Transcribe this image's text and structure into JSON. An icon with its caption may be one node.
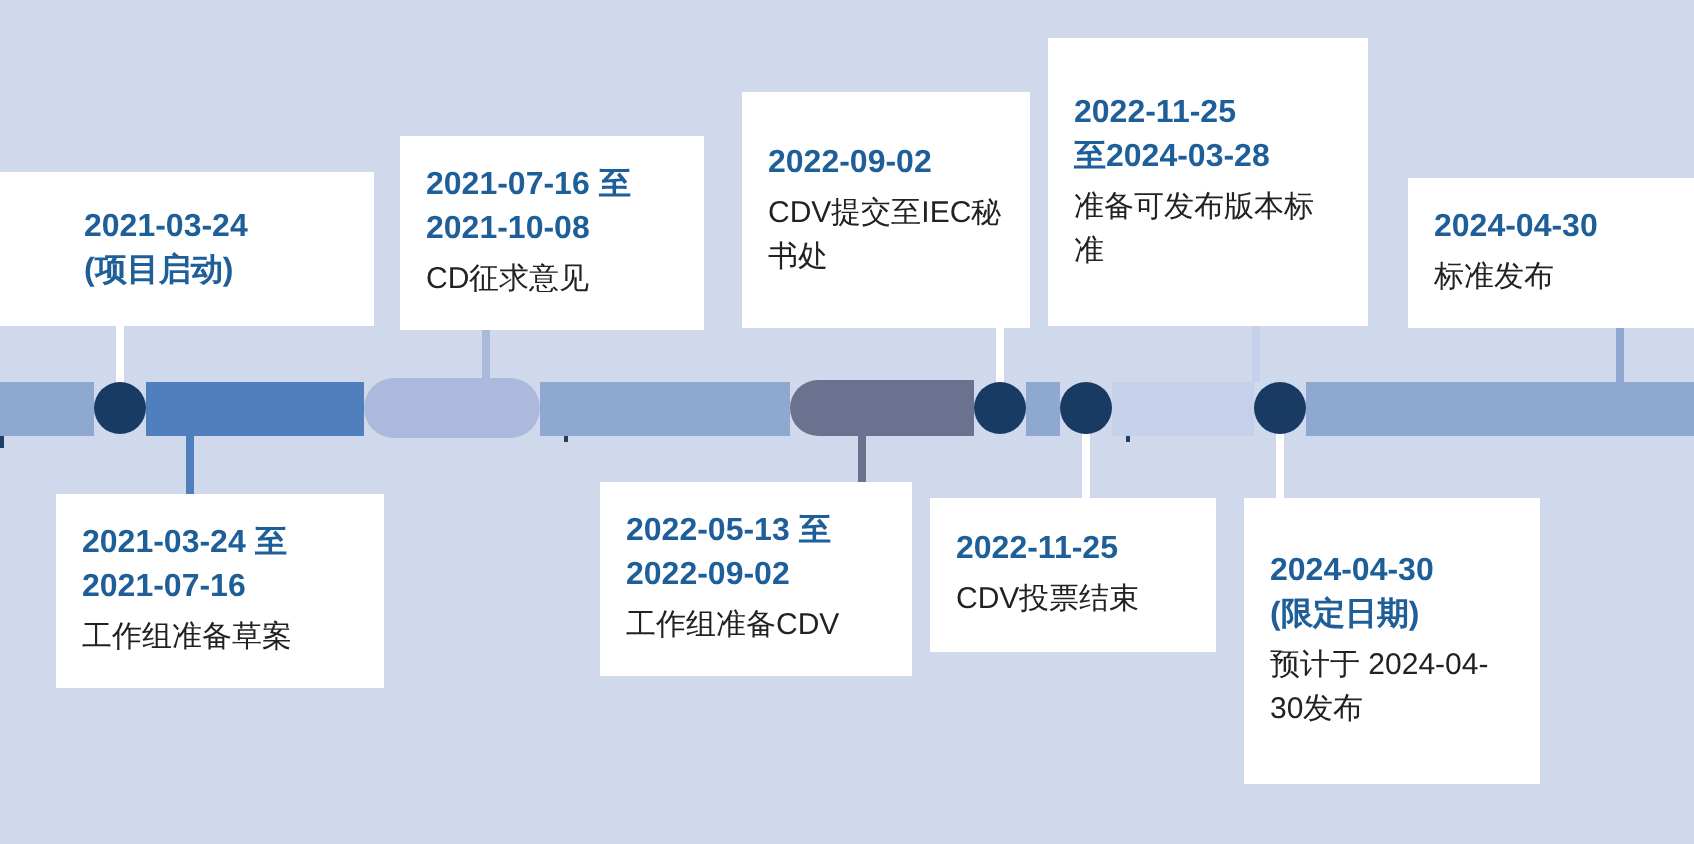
{
  "diagram": {
    "nodes": [
      {
        "text": [
          "2021-03-24 (项目启动)"
        ]
      },
      {
        "text": [
          "2021-07-16 至 2021-10-08",
          "CD征求意见"
        ]
      },
      {
        "text": [
          "2022-09-02",
          "CDV提交至IEC秘书处"
        ]
      },
      {
        "text": [
          "2022-11-25 至2024-03-28",
          "准备可发布版本标准"
        ]
      },
      {
        "text": [
          "2024-04-30",
          "标准发布"
        ]
      },
      {
        "text": [
          "2021-03-24 至 2021-07-16",
          "工作组准备草案"
        ]
      },
      {
        "text": [
          "2022-05-13 至 2022-09-02",
          "工作组准备CDV"
        ]
      },
      {
        "text": [
          "2022-11-25",
          "CDV投票结束"
        ]
      },
      {
        "text": [
          "2024-04-30 (限定日期)",
          "预计于 2024-04-30发布"
        ]
      },
      {
        "text": [],
        "shape": "bar"
      },
      {
        "text": [],
        "shape": "circle"
      },
      {
        "text": [],
        "shape": "bar"
      },
      {
        "text": [],
        "shape": "bar"
      },
      {
        "text": [],
        "shape": "bar"
      },
      {
        "text": [],
        "shape": "bar"
      },
      {
        "text": [],
        "shape": "circle"
      },
      {
        "text": [],
        "shape": "bar"
      },
      {
        "text": [],
        "shape": "circle"
      },
      {
        "text": [],
        "shape": "bar"
      },
      {
        "text": [],
        "shape": "circle"
      },
      {
        "text": [],
        "shape": "bar"
      }
    ],
    "edges": [
      {
        "from": 0,
        "to": 10,
        "arrow": "none"
      },
      {
        "from": 1,
        "to": 12,
        "arrow": "none",
        "color": "#aab9dc"
      },
      {
        "from": 2,
        "to": 15,
        "arrow": "none"
      },
      {
        "from": 3,
        "to": 18,
        "arrow": "none",
        "color": "#c5d0ea"
      },
      {
        "from": 4,
        "to": 20,
        "arrow": "none",
        "color": "#8fa8d2"
      },
      {
        "from": 5,
        "to": 11,
        "arrow": "none",
        "color": "#4f7fbd"
      },
      {
        "from": 6,
        "to": 14,
        "arrow": "none",
        "color": "#6b7290"
      },
      {
        "from": 7,
        "to": 17,
        "arrow": "none"
      },
      {
        "from": 8,
        "to": 19,
        "arrow": "none"
      }
    ]
  }
}
